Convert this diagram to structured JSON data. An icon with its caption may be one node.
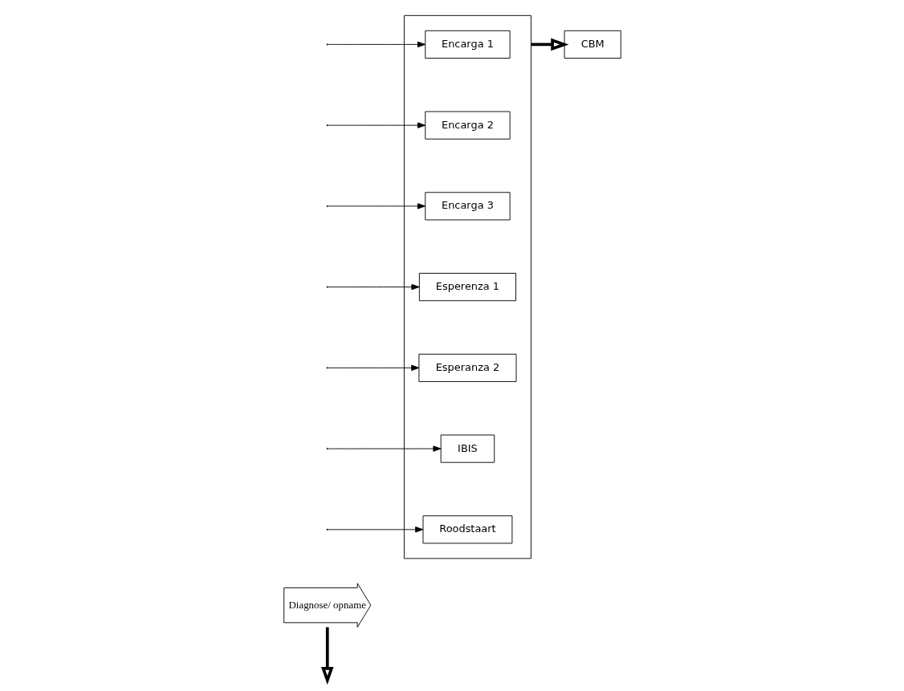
{
  "diagram": {
    "nodes": [
      {
        "text": [
          "Diagnose/ opname"
        ]
      },
      {
        "text": [],
        "shape": "box"
      },
      {
        "text": [
          "Encarga 1"
        ],
        "in": 1
      },
      {
        "text": [
          "Encarga 2"
        ],
        "in": 1
      },
      {
        "text": [
          "Encarga 3"
        ],
        "in": 1
      },
      {
        "text": [
          "Esperenza 1"
        ],
        "in": 1
      },
      {
        "text": [
          "Esperanza 2"
        ],
        "in": 1
      },
      {
        "text": [
          "IBIS"
        ],
        "in": 1
      },
      {
        "text": [
          "Roodstaart"
        ],
        "in": 1
      },
      {
        "text": [
          "CBM"
        ]
      }
    ],
    "edges": [
      {
        "from": 0,
        "to": null,
        "arrow": "to",
        "style": "thick"
      },
      {
        "from": null,
        "to": 2,
        "arrow": "to"
      },
      {
        "from": null,
        "to": 3,
        "arrow": "to"
      },
      {
        "from": null,
        "to": 4,
        "arrow": "to"
      },
      {
        "from": null,
        "to": 5,
        "arrow": "to"
      },
      {
        "from": null,
        "to": 6,
        "arrow": "to"
      },
      {
        "from": null,
        "to": 7,
        "arrow": "to"
      },
      {
        "from": null,
        "to": 8,
        "arrow": "to"
      },
      {
        "from": 1,
        "to": 9,
        "arrow": "to",
        "style": "thick"
      }
    ]
  }
}
